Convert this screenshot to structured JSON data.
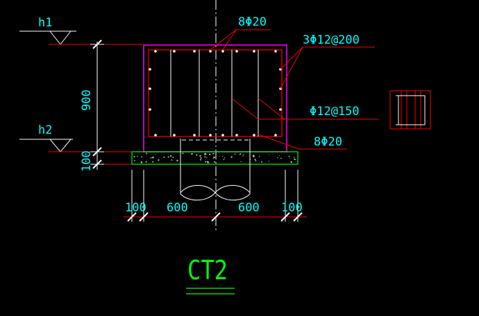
{
  "colors": {
    "background": "#000000",
    "annotation": "#00ffff",
    "rebar": "#ff0000",
    "formwork": "#ff00ff",
    "structure": "#ffffff",
    "concrete": "#00ff00",
    "title": "#00ff00"
  },
  "levels": {
    "h1": "h1",
    "h2": "h2"
  },
  "rebar_labels": {
    "top_bars": "8Φ20",
    "side_bars": "3Φ12@200",
    "stirrups": "Φ12@150",
    "bottom_bars": "8Φ20"
  },
  "dimensions": {
    "height": "900",
    "bedding": "100",
    "offset_left": "100",
    "half_left": "600",
    "half_right": "600",
    "offset_right": "100"
  },
  "title": "CT2"
}
